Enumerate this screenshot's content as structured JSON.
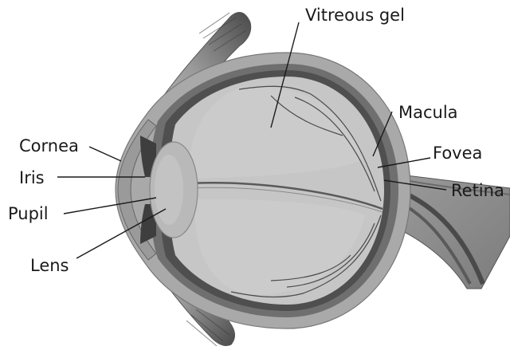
{
  "labels": {
    "vitreous_gel": "Vitreous gel",
    "macula": "Macula",
    "cornea": "Cornea",
    "fovea": "Fovea",
    "iris": "Iris",
    "retina": "Retina",
    "pupil": "Pupil",
    "lens": "Lens"
  },
  "colors": {
    "sclera": "#a9a9a9",
    "choroid": "#6f6f6f",
    "retina_layer": "#4f4f4f",
    "vitreous": "#c6c6c6",
    "lens": "#b9b9b9",
    "muscle": "#5a5a5a",
    "optic_nerve": "#8a8a8a",
    "line": "#1a1a1a"
  }
}
